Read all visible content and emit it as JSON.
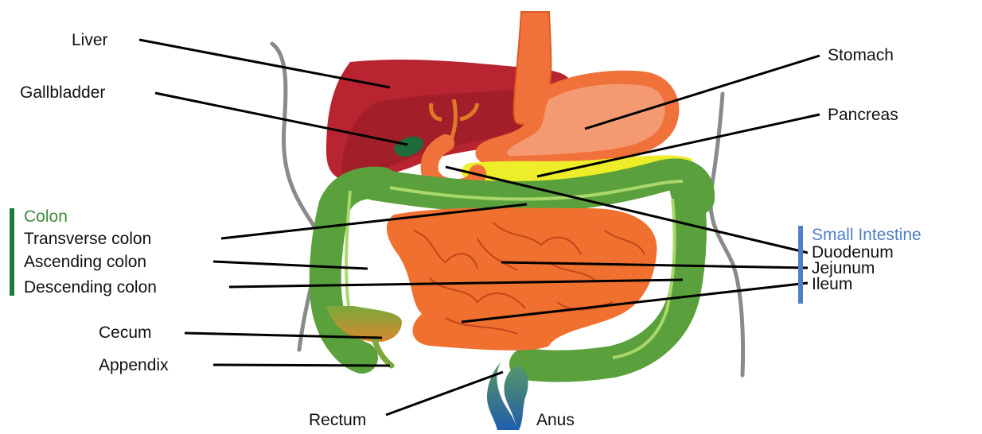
{
  "labels": {
    "liver": "Liver",
    "gallbladder": "Gallbladder",
    "stomach": "Stomach",
    "pancreas": "Pancreas",
    "transverse_colon": "Transverse colon",
    "ascending_colon": "Ascending colon",
    "descending_colon": "Descending colon",
    "cecum": "Cecum",
    "appendix": "Appendix",
    "rectum": "Rectum",
    "anus": "Anus",
    "duodenum": "Duodenum",
    "jejunum": "Jejunum",
    "ileum": "Ileum"
  },
  "groups": {
    "colon": {
      "title": "Colon",
      "color": "#3e8a3a"
    },
    "small_intestine": {
      "title": "Small Intestine",
      "color": "#4f7fc8"
    }
  },
  "colors": {
    "liver": "#b8242f",
    "stomach": "#f0723a",
    "colon": "#5aa03c",
    "small_intestine": "#f07030",
    "pancreas": "#eded2a",
    "gallbladder": "#1e6b3c",
    "rectum": "#3e7a84",
    "anus": "#2e6cb0",
    "body_outline": "#8a8a8a"
  }
}
